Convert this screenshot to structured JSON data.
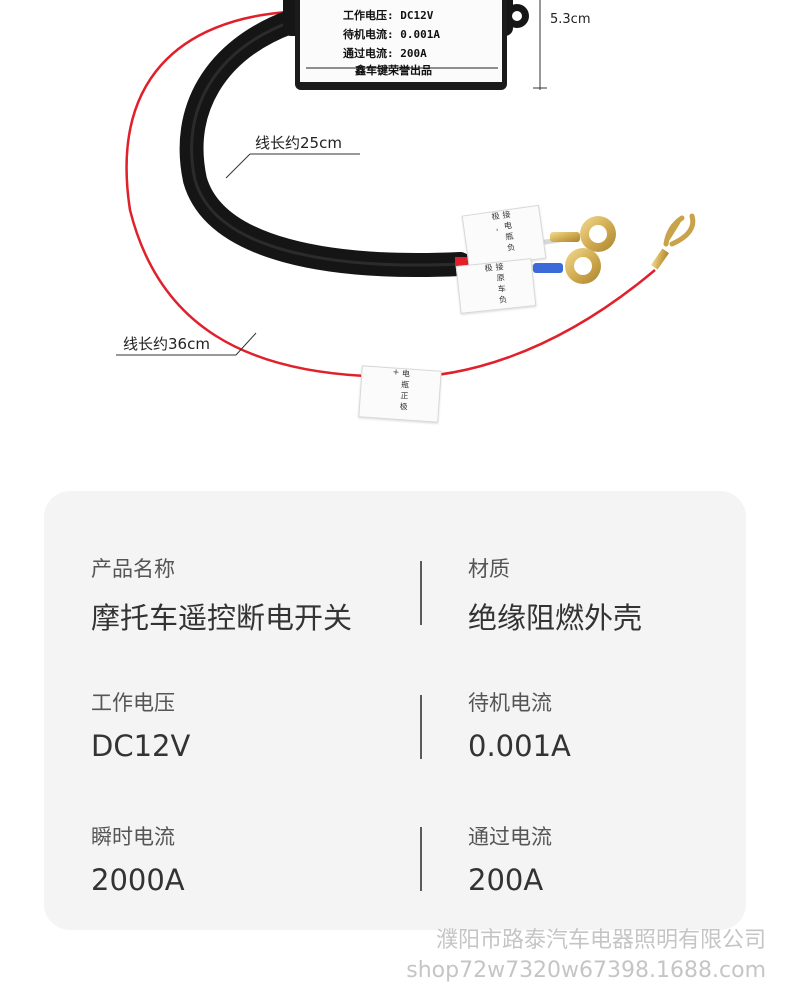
{
  "module_label": {
    "line_voltage": "工作电压: DC12V",
    "line_standby": "待机电流: 0.001A",
    "line_pass": "通过电流: 200A",
    "line_brand": "鑫车键荣誉出品"
  },
  "dimension_height": "5.3cm",
  "wire_short_length": "线长约25cm",
  "wire_long_length": "线长约36cm",
  "tags": {
    "negative_tag_1": "接电瓶负极 -",
    "negative_tag_2": "接原车负极",
    "positive_tag": "电瓶正极 +"
  },
  "specs": [
    {
      "label": "产品名称",
      "value": "摩托车遥控断电开关"
    },
    {
      "label": "材质",
      "value": "绝缘阻燃外壳"
    },
    {
      "label": "工作电压",
      "value": "DC12V"
    },
    {
      "label": "待机电流",
      "value": "0.001A"
    },
    {
      "label": "瞬时电流",
      "value": "2000A"
    },
    {
      "label": "通过电流",
      "value": "200A"
    }
  ],
  "watermark": {
    "company": "濮阳市路泰汽车电器照明有限公司",
    "shop": "shop72w7320w67398.1688.com"
  },
  "colors": {
    "card_background": "#f4f4f4",
    "red_wire": "#e0202a",
    "black_cable": "#1a1a1a",
    "terminal_brass": "#d4b25a"
  }
}
